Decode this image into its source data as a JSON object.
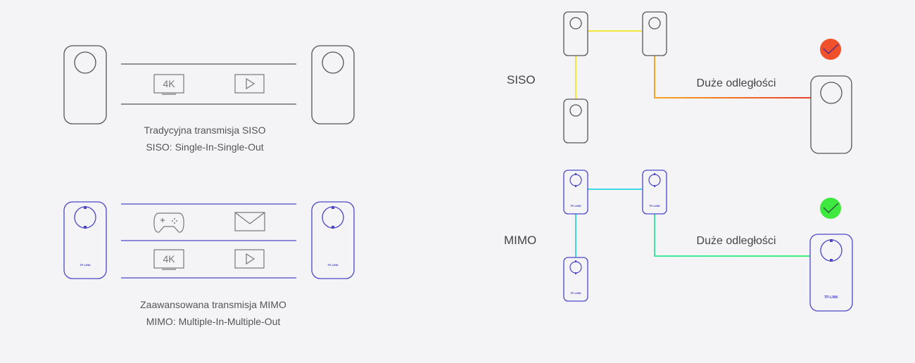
{
  "left": {
    "siso": {
      "caption_line1": "Tradycyjna transmisja SISO",
      "caption_line2": "SISO: Single-In-Single-Out",
      "channel_icons": [
        "4k-tv-icon",
        "play-icon"
      ],
      "tv_label": "4K"
    },
    "mimo": {
      "caption_line1": "Zaawansowana transmisja MIMO",
      "caption_line2": "MIMO: Multiple-In-Multiple-Out",
      "channel_icons": [
        "gamepad-icon",
        "mail-icon",
        "4k-tv-icon",
        "play-icon"
      ],
      "tv_label": "4K",
      "brand": "TP-LINK"
    }
  },
  "right": {
    "siso": {
      "label": "SISO",
      "distance_label": "Duże odległości",
      "status_icon": "check-icon",
      "status_color": "#f0502a",
      "line_colors": [
        "#f2e63a",
        "#f6a623",
        "#e8402a"
      ]
    },
    "mimo": {
      "label": "MIMO",
      "distance_label": "Duże odległości",
      "status_icon": "check-icon",
      "status_color": "#3ee83e",
      "line_colors": [
        "#3fd7e0",
        "#3ef07a"
      ],
      "brand": "TP-LINK"
    }
  },
  "colors": {
    "device_gray": "#555555",
    "device_purple": "#4a47c7"
  }
}
